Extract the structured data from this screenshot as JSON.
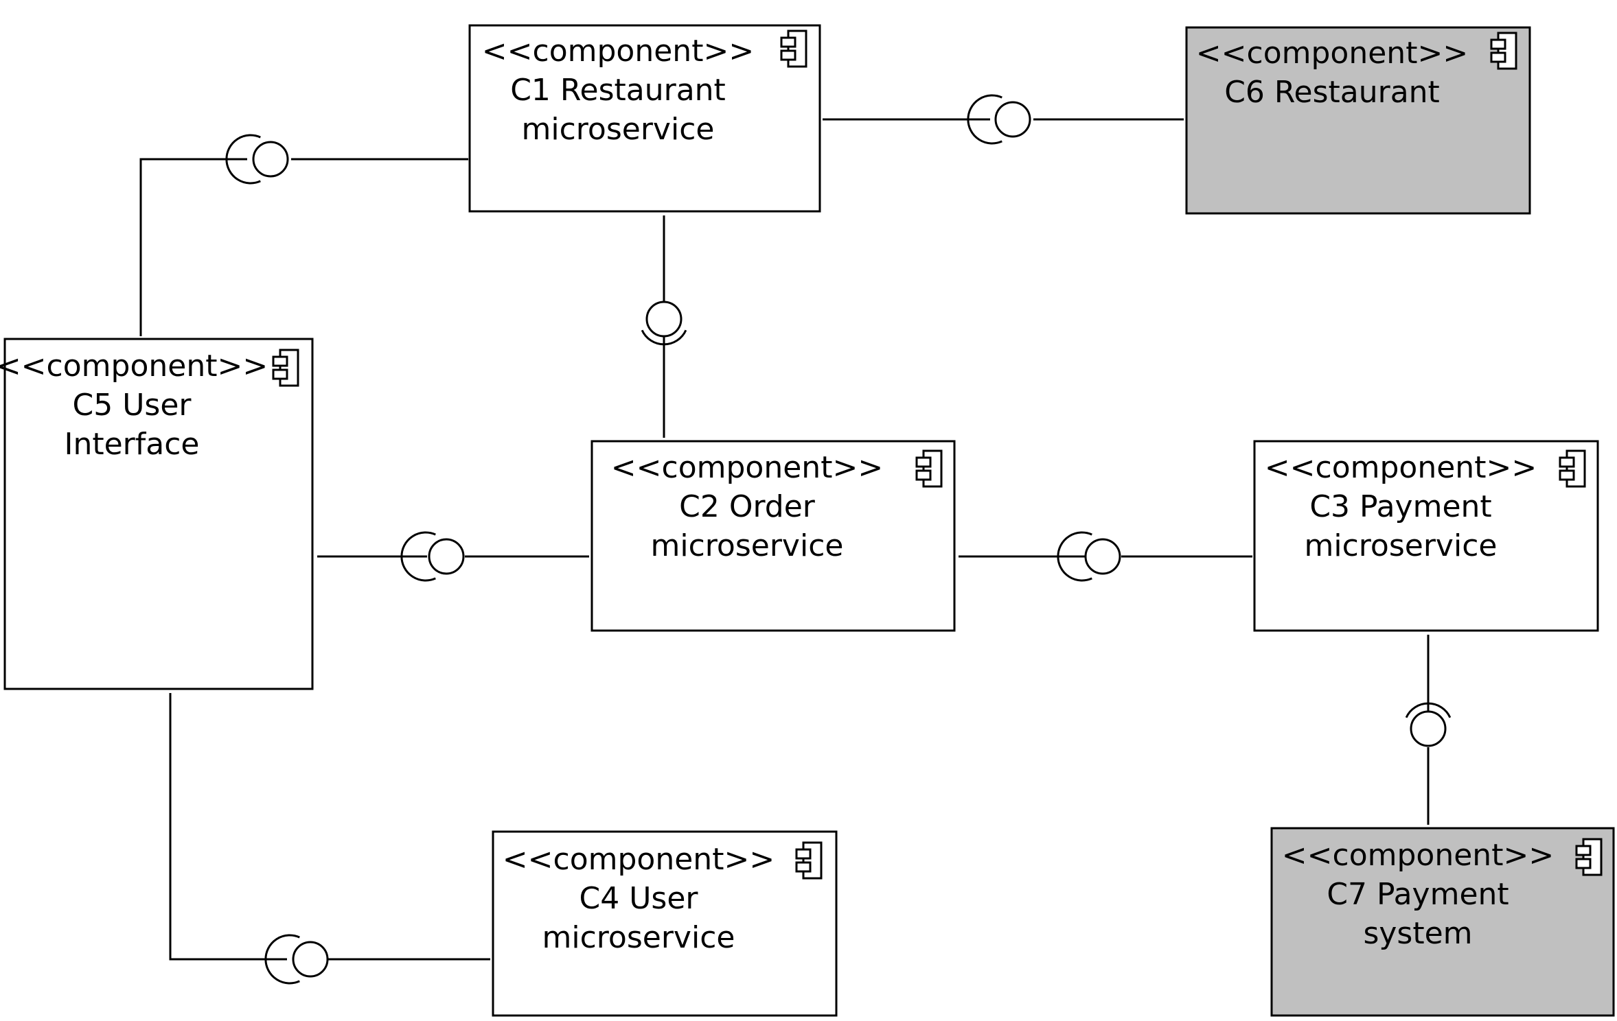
{
  "diagram": {
    "stereotype": "<<component>>",
    "colors": {
      "stroke": "#000000",
      "internal_fill": "#ffffff",
      "external_fill": "#c0c0c0"
    },
    "components": [
      {
        "id": "c1",
        "lines": [
          "C1 Restaurant",
          "microservice"
        ],
        "external": false
      },
      {
        "id": "c2",
        "lines": [
          "C2 Order",
          "microservice"
        ],
        "external": false
      },
      {
        "id": "c3",
        "lines": [
          "C3 Payment",
          "microservice"
        ],
        "external": false
      },
      {
        "id": "c4",
        "lines": [
          "C4 User",
          "microservice"
        ],
        "external": false
      },
      {
        "id": "c5",
        "lines": [
          "C5 User",
          "Interface"
        ],
        "external": false
      },
      {
        "id": "c6",
        "lines": [
          "C6 Restaurant"
        ],
        "external": true
      },
      {
        "id": "c7",
        "lines": [
          "C7 Payment",
          "system"
        ],
        "external": true
      }
    ],
    "connections": [
      {
        "id": "c5-c1",
        "provider": "c1",
        "consumer": "c5"
      },
      {
        "id": "c1-c6",
        "provider": "c6",
        "consumer": "c1"
      },
      {
        "id": "c1-c2",
        "provider": "c1",
        "consumer": "c2"
      },
      {
        "id": "c5-c2",
        "provider": "c2",
        "consumer": "c5"
      },
      {
        "id": "c2-c3",
        "provider": "c3",
        "consumer": "c2"
      },
      {
        "id": "c3-c7",
        "provider": "c7",
        "consumer": "c3"
      },
      {
        "id": "c5-c4",
        "provider": "c4",
        "consumer": "c5"
      }
    ]
  }
}
